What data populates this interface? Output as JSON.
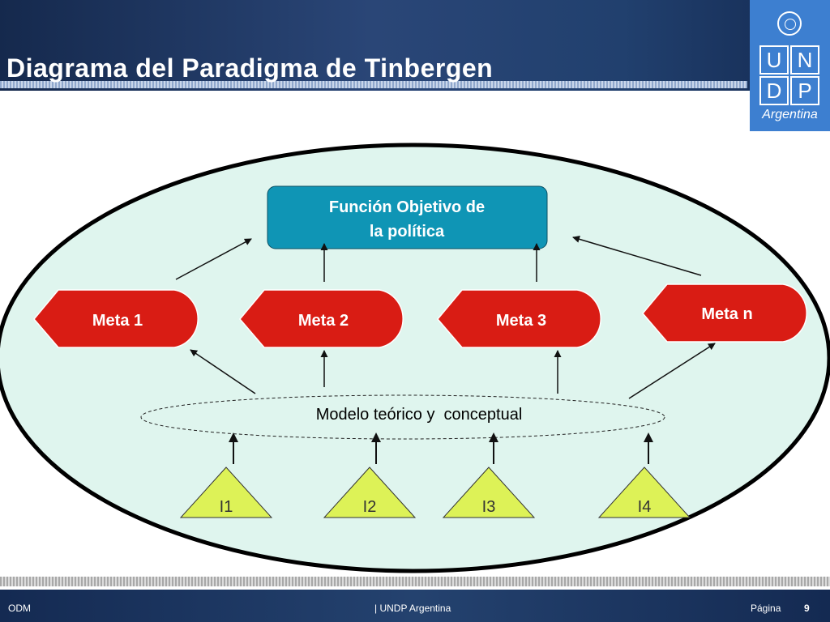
{
  "header": {
    "title": "Diagrama del Paradigma de Tinbergen"
  },
  "logo": {
    "letters": [
      "U",
      "N",
      "D",
      "P"
    ],
    "subtitle": "Argentina"
  },
  "diagram": {
    "objective": {
      "line1": "Función Objetivo de",
      "line2": "la política"
    },
    "goals": [
      "Meta 1",
      "Meta 2",
      "Meta 3",
      "Meta n"
    ],
    "model": "Modelo teórico y  conceptual",
    "instruments": [
      "I1",
      "I2",
      "I3",
      "I4"
    ],
    "colors": {
      "objective": "#0f95b5",
      "goal": "#d91c14",
      "instrument": "#ddf257",
      "ellipse_fill": "#dff5ee"
    }
  },
  "footer": {
    "left": "ODM",
    "center": "|  UNDP Argentina",
    "page_label": "Página",
    "page_number": "9"
  }
}
